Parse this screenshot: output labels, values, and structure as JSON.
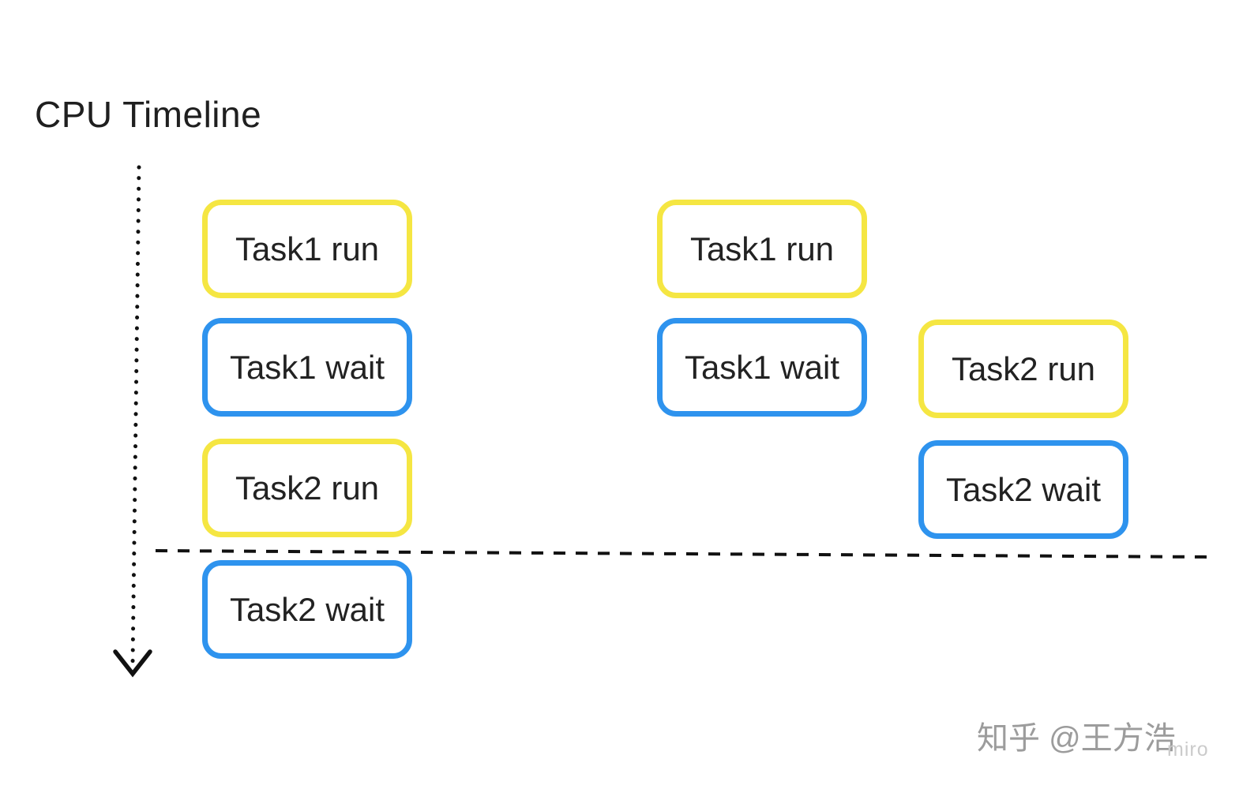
{
  "title": "CPU Timeline",
  "boxes": [
    {
      "label": "Task1 run",
      "state": "run"
    },
    {
      "label": "Task1 wait",
      "state": "wait"
    },
    {
      "label": "Task2 run",
      "state": "run"
    },
    {
      "label": "Task2 wait",
      "state": "wait"
    },
    {
      "label": "Task1 run",
      "state": "run"
    },
    {
      "label": "Task1 wait",
      "state": "wait"
    },
    {
      "label": "Task2 run",
      "state": "run"
    },
    {
      "label": "Task2 wait",
      "state": "wait"
    }
  ],
  "watermark": {
    "text": "知乎 @王方浩",
    "logo": "miro"
  },
  "colors": {
    "run_border": "#f5e642",
    "wait_border": "#2e93ee",
    "box_fill": "#ffffff",
    "text": "#222222",
    "title_text": "#1f1f1f",
    "line": "#111111",
    "watermark": "#9c9c9c",
    "watermark_logo": "#cbcbcb",
    "background": "#ffffff"
  }
}
